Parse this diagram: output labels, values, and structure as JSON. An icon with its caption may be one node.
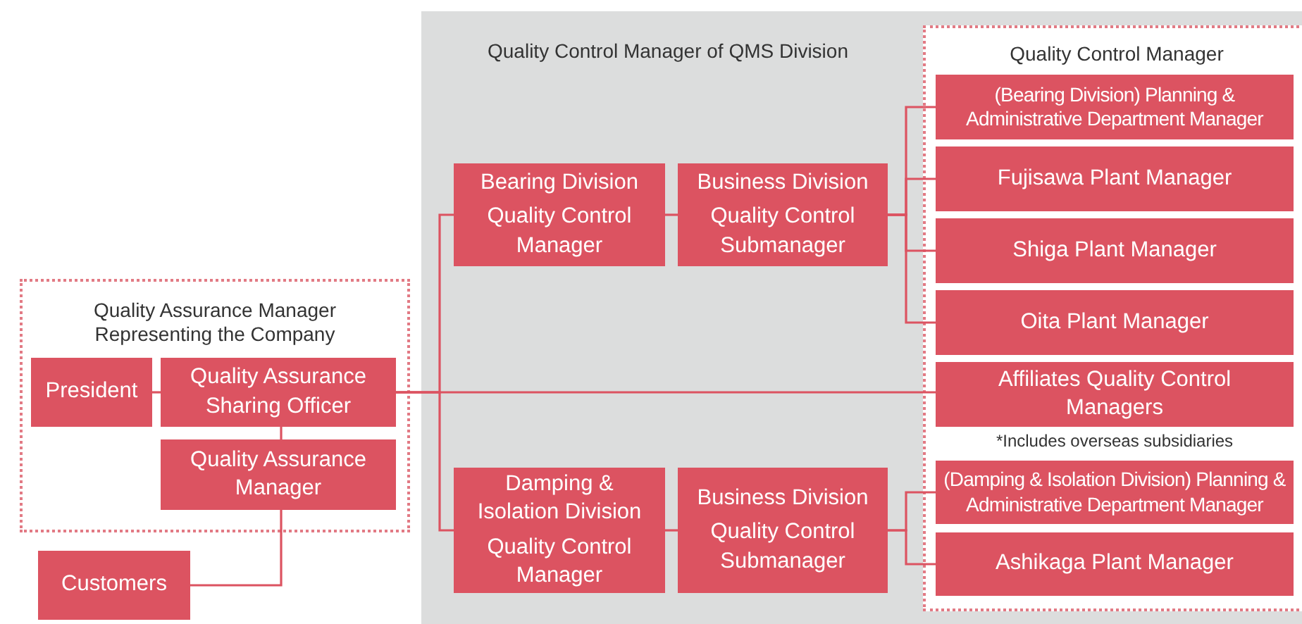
{
  "diagram": {
    "nodes": [
      {
        "text": [
          "Quality Assurance Manager Representing the Company"
        ]
      },
      {
        "text": [
          "President"
        ],
        "in": 0
      },
      {
        "text": [
          "Quality Assurance Sharing Officer"
        ],
        "in": 0
      },
      {
        "text": [
          "Quality Assurance Manager"
        ],
        "in": 0
      },
      {
        "text": [
          "Customers"
        ]
      },
      {
        "text": [
          "Quality Control Manager of QMS Division"
        ]
      },
      {
        "text": [
          "Bearing Division",
          "Quality Control Manager"
        ],
        "in": 5
      },
      {
        "text": [
          "Business Division",
          "Quality Control Submanager"
        ],
        "in": 5
      },
      {
        "text": [
          "Damping & Isolation Division",
          "Quality Control Manager"
        ],
        "in": 5
      },
      {
        "text": [
          "Business Division",
          "Quality Control Submanager"
        ],
        "in": 5
      },
      {
        "text": [
          "Quality Control Manager"
        ],
        "in": 5
      },
      {
        "text": [
          "(Bearing Division) Planning & Administrative Department Manager"
        ],
        "in": 10
      },
      {
        "text": [
          "Fujisawa Plant Manager"
        ],
        "in": 10
      },
      {
        "text": [
          "Shiga Plant Manager"
        ],
        "in": 10
      },
      {
        "text": [
          "Oita Plant Manager"
        ],
        "in": 10
      },
      {
        "text": [
          "Affiliates Quality Control Managers"
        ],
        "in": 10,
        "beside": [
          "*Includes overseas subsidiaries"
        ]
      },
      {
        "text": [
          "(Damping & Isolation Division) Planning & Administrative Department Manager"
        ],
        "in": 10
      },
      {
        "text": [
          "Ashikaga Plant Manager"
        ],
        "in": 10
      }
    ],
    "edges": [
      {
        "from": 1,
        "to": 2,
        "arrow": "none"
      },
      {
        "from": 2,
        "to": 3,
        "arrow": "none"
      },
      {
        "from": 3,
        "to": 4,
        "arrow": "none"
      },
      {
        "from": 2,
        "to": 6,
        "arrow": "none"
      },
      {
        "from": 2,
        "to": 8,
        "arrow": "none"
      },
      {
        "from": 2,
        "to": 15,
        "arrow": "none"
      },
      {
        "from": 6,
        "to": 7,
        "arrow": "none"
      },
      {
        "from": 7,
        "to": 11,
        "arrow": "none"
      },
      {
        "from": 7,
        "to": 12,
        "arrow": "none"
      },
      {
        "from": 7,
        "to": 13,
        "arrow": "none"
      },
      {
        "from": 7,
        "to": 14,
        "arrow": "none"
      },
      {
        "from": 8,
        "to": 9,
        "arrow": "none"
      },
      {
        "from": 9,
        "to": 16,
        "arrow": "none"
      },
      {
        "from": 9,
        "to": 17,
        "arrow": "none"
      }
    ]
  }
}
